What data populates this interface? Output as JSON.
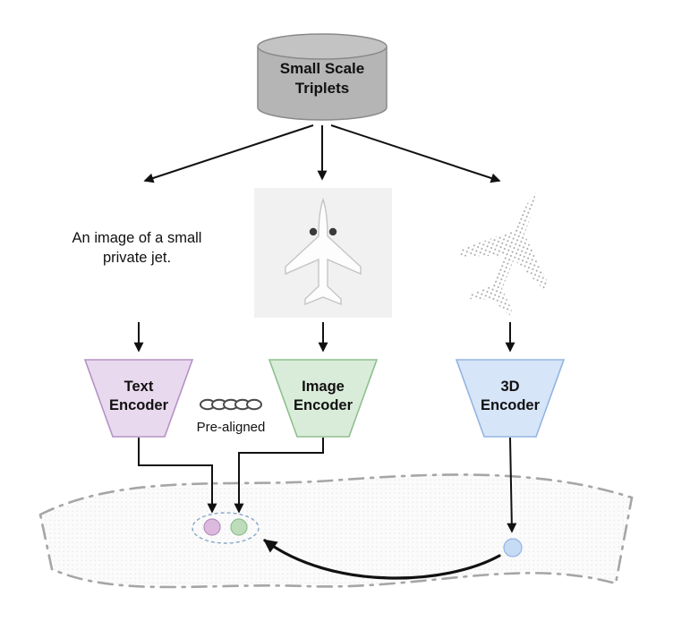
{
  "diagram": {
    "database_label": "Small Scale\nTriplets",
    "text_sample": "An image of a small\nprivate jet.",
    "prealigned_label": "Pre-aligned",
    "encoders": {
      "text": {
        "label": "Text\nEncoder",
        "fill": "#e9d9ee"
      },
      "image": {
        "label": "Image\nEncoder",
        "fill": "#d9ecd9"
      },
      "three_d": {
        "label": "3D\nEncoder",
        "fill": "#d7e5f8"
      }
    },
    "embedding_dots": {
      "text": "#dcbade",
      "image": "#bcdcba",
      "three_d": "#c6dbf4"
    },
    "modalities": {
      "image_name": "airplane-top-view-image",
      "pointcloud_name": "airplane-point-cloud"
    }
  }
}
